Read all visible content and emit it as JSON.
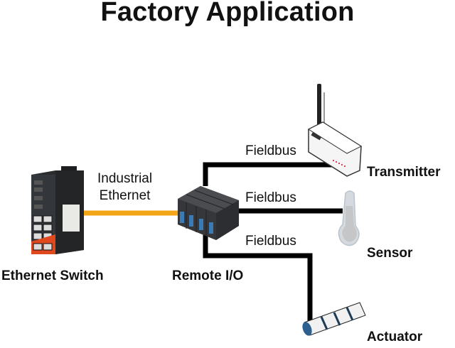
{
  "title": "Factory Application",
  "connections": {
    "industrial_ethernet": [
      "Industrial",
      "Ethernet"
    ],
    "fieldbus_transmitter": "Fieldbus",
    "fieldbus_sensor": "Fieldbus",
    "fieldbus_actuator": "Fieldbus"
  },
  "devices": {
    "ethernet_switch": "Ethernet Switch",
    "remote_io": "Remote I/O",
    "transmitter": "Transmitter",
    "sensor": "Sensor",
    "actuator": "Actuator"
  },
  "colors": {
    "ethernet_cable": "#f2a516",
    "fieldbus_cable": "#000000",
    "switch_body": "#2a2c2e",
    "switch_accent": "#e0481e",
    "remote_io_body": "#3b3d40",
    "remote_io_port": "#3a7bb5",
    "actuator_cap": "#2d5f8f"
  }
}
